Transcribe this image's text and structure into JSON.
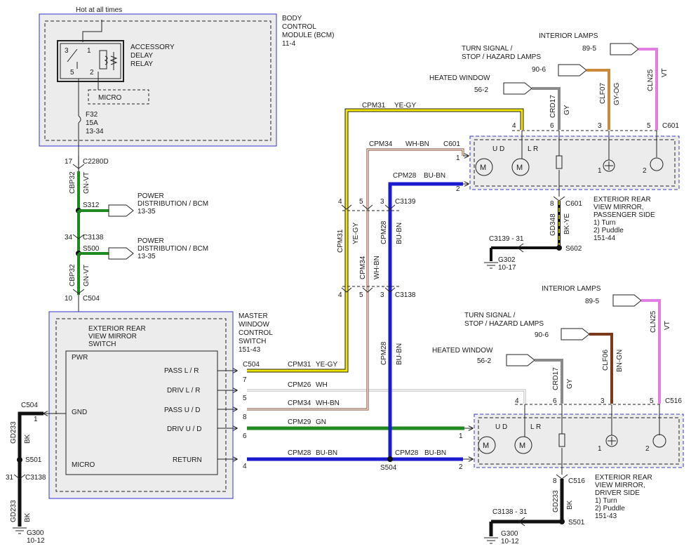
{
  "colors": {
    "yellow": "#f2e600",
    "green": "#1f8a1f",
    "blue": "#1a1ad0",
    "black": "#111111",
    "gray": "#8a8a8a",
    "orange": "#c98a3a",
    "violet": "#e27ee2",
    "brown": "#7a3a1a",
    "module_fill": "#ececec",
    "module_border": "#3333cc"
  },
  "bcm": {
    "hot_label": "Hot at all times",
    "title": [
      "BODY",
      "CONTROL",
      "MODULE (BCM)",
      "11-4"
    ],
    "relay": [
      "ACCESSORY",
      "DELAY",
      "RELAY"
    ],
    "relay_pins": [
      "3",
      "1",
      "5",
      "2"
    ],
    "micro": "MICRO",
    "fuse": [
      "F32",
      "15A",
      "13-34"
    ]
  },
  "left_harness": {
    "c2280d_pin": "17",
    "c2280d": "C2280D",
    "wire_code": "CBP32",
    "wire_color": "GN-VT",
    "s312": "S312",
    "pd1": [
      "POWER",
      "DISTRIBUTION / BCM",
      "13-35"
    ],
    "c3138_pin": "34",
    "c3138": "C3138",
    "s500": "S500",
    "pd2": [
      "POWER",
      "DISTRIBUTION / BCM",
      "13-35"
    ],
    "c504_pin": "10",
    "c504": "C504"
  },
  "master": {
    "title": [
      "MASTER",
      "WINDOW",
      "CONTROL",
      "SWITCH",
      "151-43"
    ],
    "switch_title": [
      "EXTERIOR REAR",
      "VIEW MIRROR",
      "SWITCH"
    ],
    "pwr": "PWR",
    "gnd": "GND",
    "micro": "MICRO",
    "outputs": [
      "PASS L / R",
      "DRIV L / R",
      "PASS U / D",
      "DRIV U / D",
      "RETURN"
    ],
    "out_pins": [
      "7",
      "5",
      "8",
      "6",
      "4"
    ],
    "c504": "C504"
  },
  "ground_left": {
    "c504": "C504",
    "pin1": "1",
    "wire_code": "GD233",
    "wire_color": "BK",
    "s501": "S501",
    "pin31": "31",
    "c3138": "C3138",
    "g300": [
      "G300",
      "10-12"
    ]
  },
  "signals": {
    "cpm31": "CPM31",
    "ye_gy": "YE-GY",
    "cpm26": "CPM26",
    "wh": "WH",
    "cpm34": "CPM34",
    "wh_bn": "WH-BN",
    "cpm29": "CPM29",
    "gn": "GN",
    "cpm28": "CPM28",
    "bu_bn": "BU-BN",
    "s504": "S504"
  },
  "c3139": {
    "label": "C3139",
    "pins": [
      "4",
      "5",
      "3"
    ],
    "c3138": "C3138",
    "c3138_pins": [
      "4",
      "5",
      "3"
    ]
  },
  "passenger": {
    "interior_lamps": "INTERIOR LAMPS",
    "interior_ref": "89-5",
    "turn_signal": [
      "TURN SIGNAL /",
      "STOP / HAZARD LAMPS"
    ],
    "turn_ref": "90-6",
    "heated": "HEATED WINDOW",
    "heated_ref": "56-2",
    "crd17": "CRD17",
    "gy": "GY",
    "clf07": "CLF07",
    "gy_og": "GY-OG",
    "cln25": "CLN25",
    "vt": "VT",
    "c601": "C601",
    "top_pins": [
      "4",
      "6",
      "3",
      "5"
    ],
    "cpm34_c601": "C601",
    "pin1": "1",
    "pin2": "2",
    "ud": "U D",
    "lr": "L R",
    "m": "M",
    "lamp1": "1",
    "lamp2": "2",
    "c601b_pin": "8",
    "c601b": "C601",
    "gd348": "GD348",
    "bk_ye": "BK-YE",
    "title": [
      "EXTERIOR REAR",
      "VIEW MIRROR,",
      "PASSENGER SIDE",
      "1) Turn",
      "2) Puddle",
      "151-44"
    ],
    "c3139_31": "C3139 - 31",
    "s602": "S602",
    "g302": [
      "G302",
      "10-17"
    ]
  },
  "driver": {
    "interior_lamps": "INTERIOR LAMPS",
    "interior_ref": "89-5",
    "turn_signal": [
      "TURN SIGNAL /",
      "STOP / HAZARD LAMPS"
    ],
    "turn_ref": "90-6",
    "heated": "HEATED WINDOW",
    "heated_ref": "56-2",
    "crd17": "CRD17",
    "gy": "GY",
    "clf06": "CLF06",
    "bn_gn": "BN-GN",
    "cln25": "CLN25",
    "vt": "VT",
    "c516": "C516",
    "top_pins": [
      "4",
      "6",
      "3",
      "5"
    ],
    "pin1": "1",
    "pin2": "2",
    "ud": "U D",
    "lr": "L R",
    "m": "M",
    "lamp1": "1",
    "lamp2": "2",
    "c516b_pin": "8",
    "c516b": "C516",
    "gd233": "GD233",
    "bk": "BK",
    "title": [
      "EXTERIOR REAR",
      "VIEW MIRROR,",
      "DRIVER SIDE",
      "1) Turn",
      "2) Puddle",
      "151-43"
    ],
    "c3138_31": "C3138 - 31",
    "s501": "S501",
    "g300": [
      "G300",
      "10-12"
    ]
  }
}
